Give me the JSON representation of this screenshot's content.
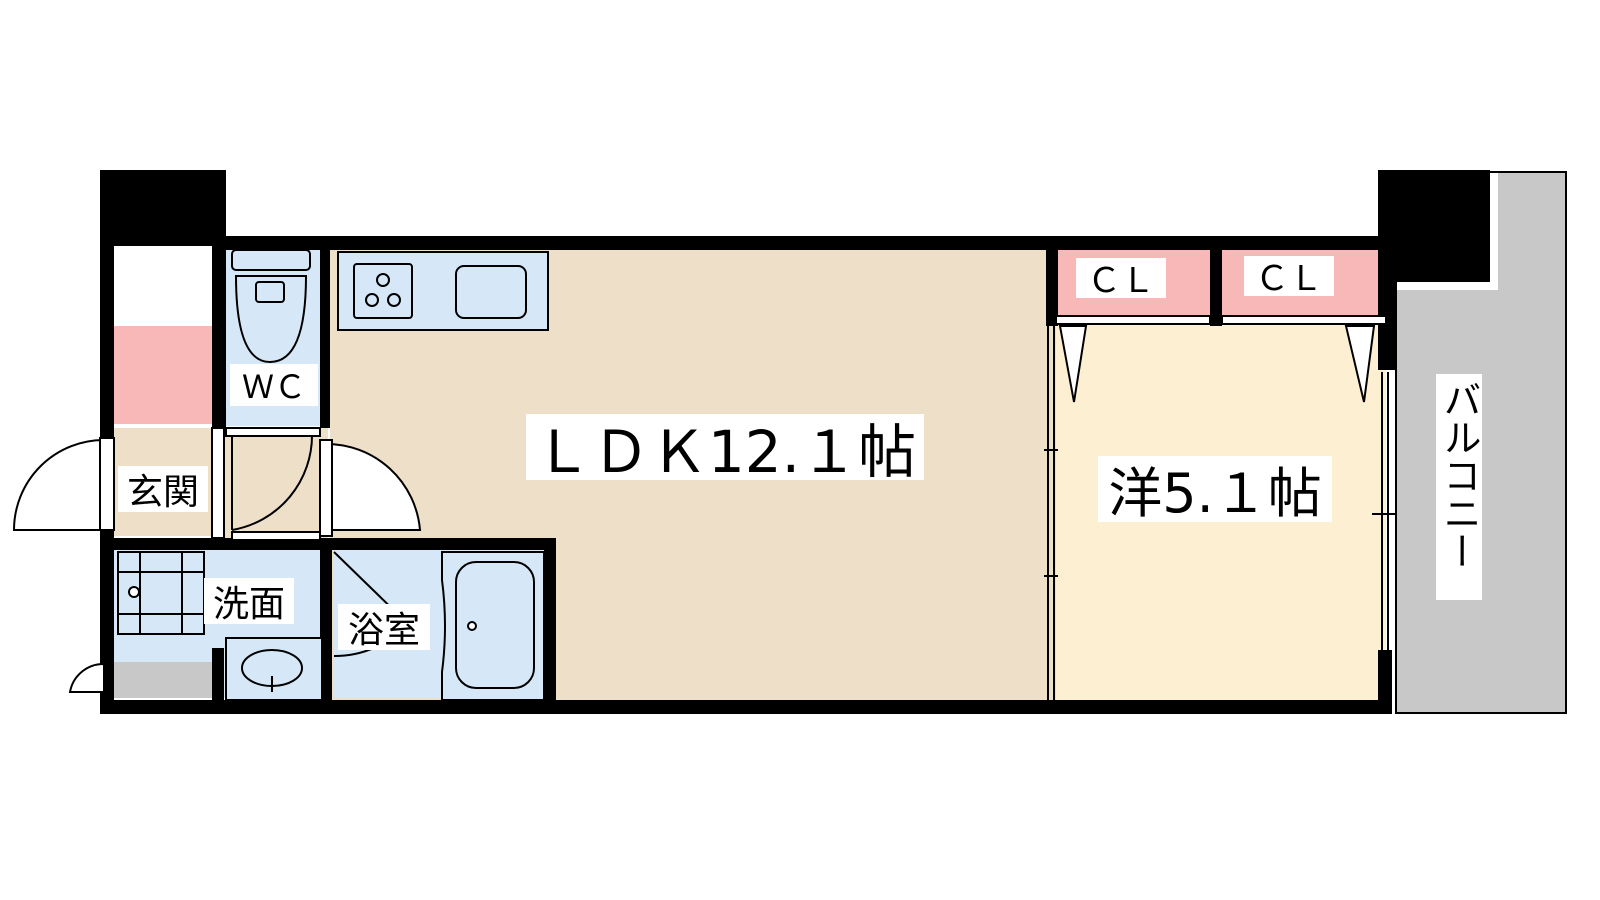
{
  "floorplan": {
    "rooms": {
      "ldk": "ＬＤＫ12.１帖",
      "western": "洋5.１帖",
      "balcony": "バルコニー",
      "closet_left": "ＣＬ",
      "closet_right": "ＣＬ",
      "wc": "ＷＣ",
      "entrance": "玄関",
      "washroom": "洗面",
      "bathroom": "浴室"
    },
    "colors": {
      "wall": "#000000",
      "ldk_floor": "#eedfc8",
      "western_floor": "#fcefd2",
      "wet_area": "#d6e8f8",
      "closet": "#f8b8b8",
      "balcony": "#c8c8c8"
    }
  }
}
